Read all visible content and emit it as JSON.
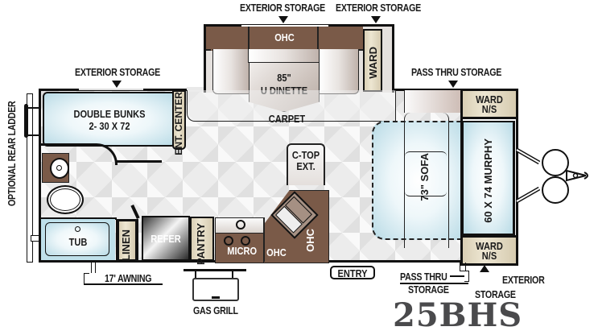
{
  "model": "25BHS",
  "labels": {
    "exterior_storage_top_left": "EXTERIOR STORAGE",
    "exterior_storage_top_right": "EXTERIOR STORAGE",
    "exterior_storage_bunk": "EXTERIOR STORAGE",
    "pass_thru_storage_top": "PASS THRU STORAGE",
    "optional_rear_ladder": "OPTIONAL REAR LADDER",
    "awning": "17' AWNING",
    "gas_grill": "GAS GRILL",
    "entry": "ENTRY",
    "pass_thru_storage_bottom_line1": "PASS THRU",
    "pass_thru_storage_bottom_line2": "STORAGE",
    "exterior_storage_bottom_line1": "EXTERIOR",
    "exterior_storage_bottom_line2": "STORAGE"
  },
  "rooms": {
    "ohc_slide": "OHC",
    "dinette_line1": "85\"",
    "dinette_line2": "U DINETTE",
    "ward_slide": "WARD",
    "carpet": "CARPET",
    "bunks_line1": "DOUBLE BUNKS",
    "bunks_line2": "2- 30 X 72",
    "ent_center": "ENT. CENTER",
    "tub": "TUB",
    "linen": "LINEN",
    "refer": "REFER",
    "pantry": "PANTRY",
    "micro": "MICRO",
    "ohc_kitchen": "OHC",
    "ohc_kitchen_vertical": "OHC",
    "ctop_line1": "C-TOP",
    "ctop_line2": "EXT.",
    "sofa": "73\" SOFA",
    "murphy": "60 X 74 MURPHY",
    "ward_ns_top_line1": "WARD",
    "ward_ns_top_line2": "N/S",
    "ward_ns_bottom_line1": "WARD",
    "ward_ns_bottom_line2": "N/S"
  },
  "colors": {
    "wall": "#111111",
    "brown_cabinet": "#7a5a48",
    "tan_cabinet": "#e6dcc4",
    "bed_blue": "#b9dbe6",
    "model_text": "#4a4a4c"
  }
}
